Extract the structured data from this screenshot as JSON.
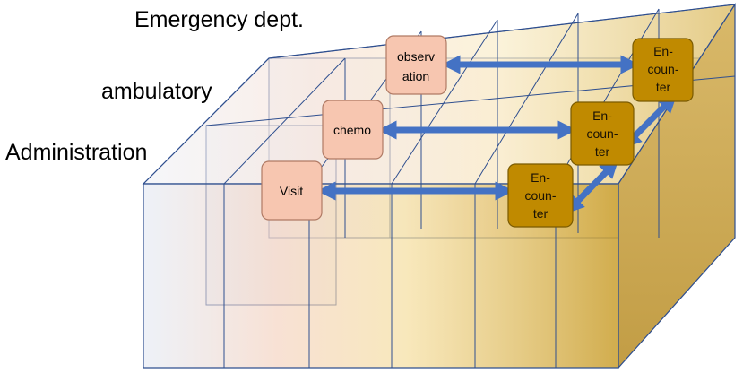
{
  "layers": [
    {
      "label": "Emergency dept."
    },
    {
      "label": "ambulatory"
    },
    {
      "label": "Administration"
    }
  ],
  "events": [
    {
      "lines": [
        "observ",
        "ation"
      ]
    },
    {
      "lines": [
        "chemo"
      ]
    },
    {
      "lines": [
        "Visit"
      ]
    }
  ],
  "encounters": [
    {
      "lines": [
        "En-",
        "coun-",
        "ter"
      ]
    },
    {
      "lines": [
        "En-",
        "coun-",
        "ter"
      ]
    },
    {
      "lines": [
        "En-",
        "coun-",
        "ter"
      ]
    }
  ],
  "colors": {
    "outline": "#2f4f8f",
    "arrow": "#4472c4",
    "event_fill": "#f7c6b0",
    "event_stroke": "#b07a64",
    "encounter_fill": "#c08a00",
    "encounter_stroke": "#7a5a00"
  }
}
